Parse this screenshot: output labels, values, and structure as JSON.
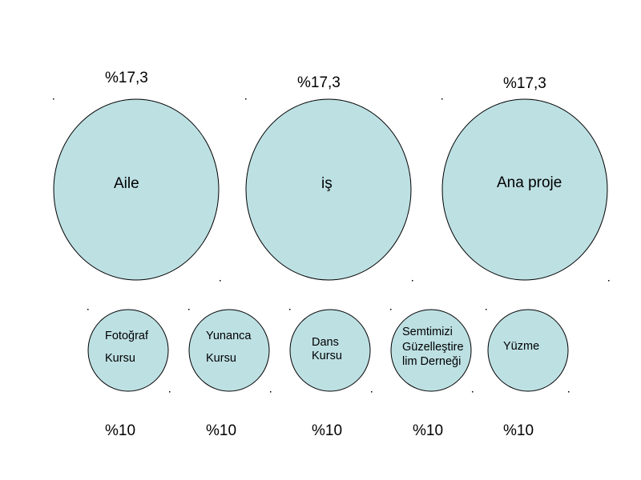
{
  "colors": {
    "circle_fill": "#bde0e3",
    "circle_stroke": "#000000",
    "marker": "#000000"
  },
  "large_circles": [
    {
      "label": "Aile",
      "percent": "%17,3"
    },
    {
      "label": "iş",
      "percent": "%17,3"
    },
    {
      "label": "Ana proje",
      "percent": "%17,3"
    }
  ],
  "small_circles": [
    {
      "lines": [
        "Fotoğraf",
        "Kursu"
      ],
      "percent": "%10"
    },
    {
      "lines": [
        "Yunanca",
        "Kursu"
      ],
      "percent": "%10"
    },
    {
      "lines": [
        "Dans",
        "Kursu"
      ],
      "percent": "%10"
    },
    {
      "lines": [
        "Semtimizi",
        "Güzelleştire",
        "lim Derneği"
      ],
      "percent": "%10"
    },
    {
      "lines": [
        "Yüzme"
      ],
      "percent": "%10"
    }
  ]
}
